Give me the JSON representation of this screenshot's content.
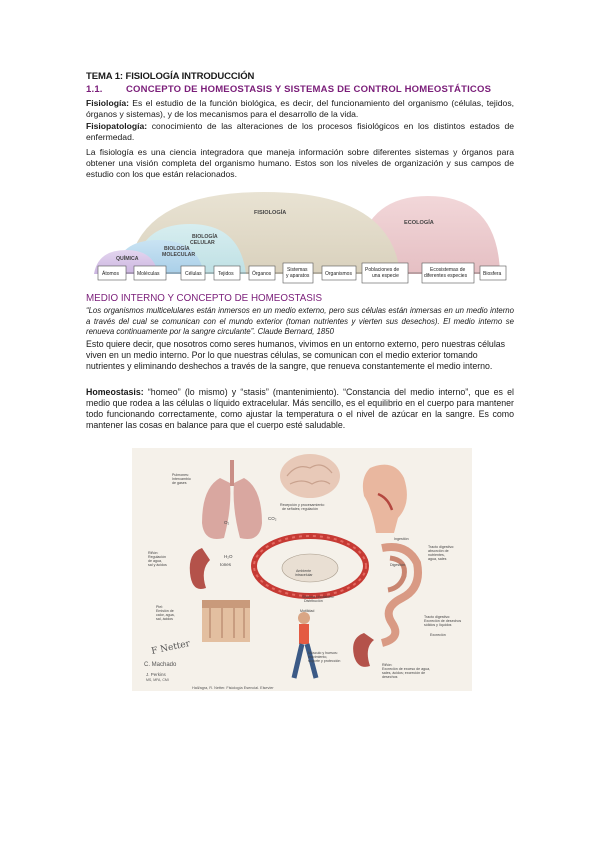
{
  "header": {
    "title": "TEMA 1: FISIOLOGÍA INTRODUCCIÓN",
    "section_number": "1.1.",
    "section_title": "CONCEPTO DE HOMEOSTASIS Y SISTEMAS DE CONTROL HOMEOSTÁTICOS"
  },
  "definitions": {
    "fisiologia_term": "Fisiología:",
    "fisiologia_text": " Es el estudio de la función biológica, es decir, del funcionamiento del organismo (células, tejidos, órganos y sistemas), y de los mecanismos para el desarrollo de la vida.",
    "fisiopatologia_term": "Fisiopatología:",
    "fisiopatologia_text": " conocimiento de las alteraciones de los procesos fisiológicos en los distintos estados de enfermedad.",
    "integradora_text": "La fisiología es una ciencia integradora que maneja información sobre diferentes sistemas y órganos para obtener una visión completa del organismo humano. Estos son los niveles de organización y sus campos de estudio con los que están relacionados."
  },
  "diagram": {
    "arcs": [
      "FISIOLOGÍA",
      "ECOLOGÍA",
      "BIOLOGÍA CELULAR",
      "BIOLOGÍA MOLECULAR",
      "QUÍMICA"
    ],
    "levels": [
      "Átomos",
      "Moléculas",
      "Células",
      "Tejidos",
      "Órganos",
      "Sistemas y aparatos",
      "Organismos",
      "Poblaciones de una especie",
      "Ecosistemas de diferentes especies",
      "Biosfera"
    ]
  },
  "medio_interno": {
    "heading": "MEDIO INTERNO Y CONCEPTO DE HOMEOSTASIS",
    "quote": "“Los organismos multicelulares están inmersos en un medio externo, pero sus células están inmersas en un medio interno a través del cual se comunican con el mundo exterior (toman nutrientes y vierten sus desechos). El medio interno se renueva continuamente por la sangre circulante”. Claude Bernard, 1850",
    "explanation": "Esto quiere decir, que nosotros como seres humanos, vivimos en un entorno externo, pero nuestras células viven en un medio interno. Por lo que nuestras células, se comunican con el medio exterior tomando nutrientes y eliminando deshechos a través de la sangre, que renueva constantemente el medio interno.",
    "homeostasis_term": "Homeostasis:",
    "homeostasis_text": " “homeo” (lo mismo) y “stasis” (mantenimiento). “Constancia del medio interno”, que es el medio que rodea a las células o líquido extracelular. Más sencillo, es el equilibrio en el cuerpo para mantener todo funcionando correctamente, como ajustar la temperatura o el nivel de azúcar en la sangre. Es como mantener las cosas en balance para que el cuerpo esté saludable."
  },
  "illustration": {
    "labels": {
      "pulmones": "Pulmones: Intercambio de gases",
      "encefalo": "Recepción y procesamiento de señales; regulación",
      "ingestion": "Ingestión",
      "rinon": "Riñón: Regulación de agua, sal y ácidos",
      "digestion": "Digestión",
      "tracto1": "Tracto digestivo: absorción de nutrientes, agua, sales",
      "ambiente": "Ambiente intracelular",
      "sistema": "Sistema circulatorio: Distribución",
      "piel": "Piel: Emisión de calor, agua, sal, ácidos",
      "motilidad": "Motilidad",
      "musculo": "Músculo y huesos: movimiento, soporte y protección",
      "tracto2": "Tracto digestivo: Excreción de desechos sólidos y líquidos",
      "excrecion": "Excreción",
      "rinon2": "Riñón: Excreción de exceso de agua, sales, ácidos; excreción de desechos",
      "o2": "O₂",
      "co2": "CO₂",
      "h2o": "H₂O",
      "ions": "Iones",
      "netter": "F Netter",
      "machado": "C. Machado",
      "perkins": "J. Perkins",
      "credit": "MS, MFA, CMI",
      "caption": "Hall/agra, R. Netter. Fisiología Esencial. Elsevier"
    }
  }
}
